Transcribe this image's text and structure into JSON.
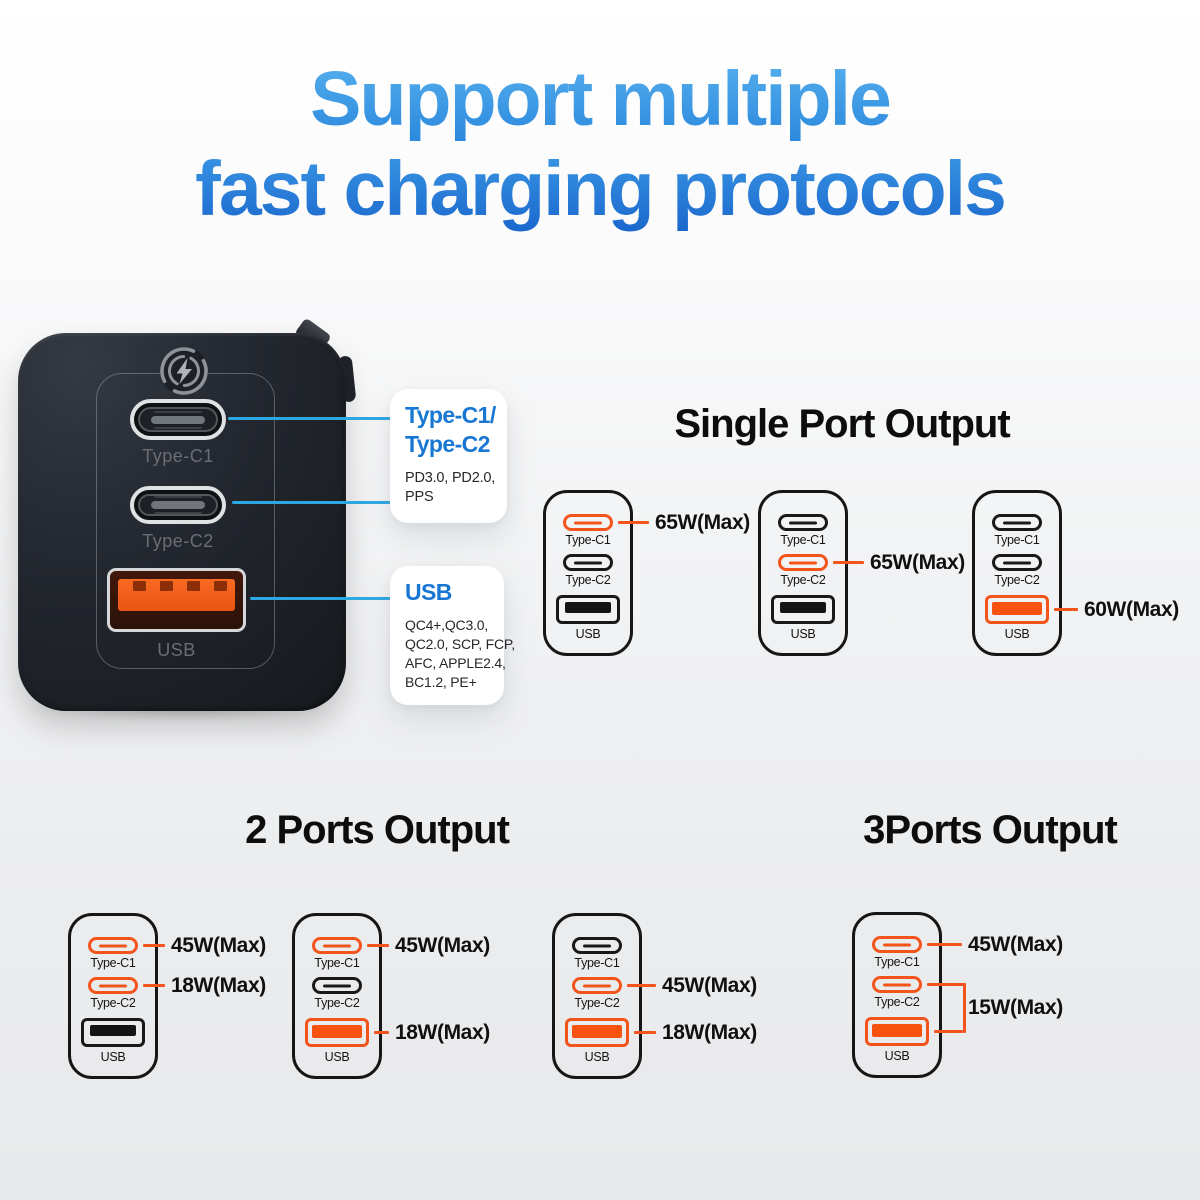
{
  "title": {
    "line1": "Support multiple",
    "line2": "fast charging protocols"
  },
  "colors": {
    "title_blue_top": "#58B1EE",
    "title_blue_bottom": "#1A66CC",
    "callout_blue": "#1877D3",
    "callout_line_blue": "#2DA7E2",
    "highlight_orange": "#F2541B",
    "usb_fill_orange": "#F85211"
  },
  "charger": {
    "badge_icon": "quick-charge-lightning",
    "port_labels": [
      "Type-C1",
      "Type-C2",
      "USB"
    ]
  },
  "callouts": [
    {
      "title_lines": [
        "Type-C1/",
        "Type-C2"
      ],
      "body_lines": [
        "PD3.0, PD2.0,",
        "PPS"
      ]
    },
    {
      "title_lines": [
        "USB"
      ],
      "body_lines": [
        "QC4+,QC3.0,",
        "QC2.0, SCP, FCP,",
        "AFC, APPLE2.4,",
        "BC1.2, PE+"
      ]
    }
  ],
  "sections": [
    {
      "heading": "Single Port Output",
      "cards": [
        {
          "ports": [
            {
              "label": "Type-C1",
              "kind": "typec",
              "highlight": true,
              "watt": "65W(Max)"
            },
            {
              "label": "Type-C2",
              "kind": "typec",
              "highlight": false
            },
            {
              "label": "USB",
              "kind": "usb",
              "highlight": false
            }
          ]
        },
        {
          "ports": [
            {
              "label": "Type-C1",
              "kind": "typec",
              "highlight": false
            },
            {
              "label": "Type-C2",
              "kind": "typec",
              "highlight": true,
              "watt": "65W(Max)"
            },
            {
              "label": "USB",
              "kind": "usb",
              "highlight": false
            }
          ]
        },
        {
          "ports": [
            {
              "label": "Type-C1",
              "kind": "typec",
              "highlight": false
            },
            {
              "label": "Type-C2",
              "kind": "typec",
              "highlight": false
            },
            {
              "label": "USB",
              "kind": "usb",
              "highlight": true,
              "watt": "60W(Max)"
            }
          ]
        }
      ]
    },
    {
      "heading": "2 Ports Output",
      "cards": [
        {
          "ports": [
            {
              "label": "Type-C1",
              "kind": "typec",
              "highlight": true,
              "watt": "45W(Max)"
            },
            {
              "label": "Type-C2",
              "kind": "typec",
              "highlight": true,
              "watt": "18W(Max)"
            },
            {
              "label": "USB",
              "kind": "usb",
              "highlight": false
            }
          ]
        },
        {
          "ports": [
            {
              "label": "Type-C1",
              "kind": "typec",
              "highlight": true,
              "watt": "45W(Max)"
            },
            {
              "label": "Type-C2",
              "kind": "typec",
              "highlight": false
            },
            {
              "label": "USB",
              "kind": "usb",
              "highlight": true,
              "watt": "18W(Max)"
            }
          ]
        },
        {
          "ports": [
            {
              "label": "Type-C1",
              "kind": "typec",
              "highlight": false
            },
            {
              "label": "Type-C2",
              "kind": "typec",
              "highlight": true,
              "watt": "45W(Max)"
            },
            {
              "label": "USB",
              "kind": "usb",
              "highlight": true,
              "watt": "18W(Max)"
            }
          ]
        }
      ]
    },
    {
      "heading": "3Ports Output",
      "cards": [
        {
          "ports": [
            {
              "label": "Type-C1",
              "kind": "typec",
              "highlight": true,
              "watt": "45W(Max)"
            },
            {
              "label": "Type-C2",
              "kind": "typec",
              "highlight": true
            },
            {
              "label": "USB",
              "kind": "usb",
              "highlight": true
            }
          ],
          "bracket": {
            "from_port": 1,
            "to_port": 2,
            "watt": "15W(Max)"
          }
        }
      ]
    }
  ]
}
